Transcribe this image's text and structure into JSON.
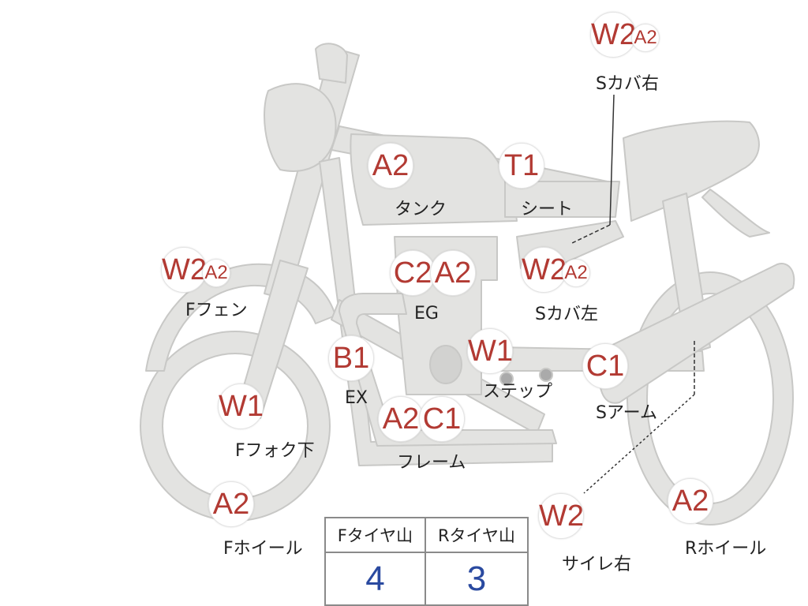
{
  "colors": {
    "body_fill": "#e3e3e1",
    "body_stroke": "#c8c8c6",
    "code_color": "#b23a33",
    "tread_value_color": "#2a4aa0",
    "label_color": "#222222"
  },
  "parts": [
    {
      "id": "s-cover-right",
      "label": "Sカバ右",
      "codes": [
        "W2",
        "A2"
      ]
    },
    {
      "id": "tank",
      "label": "タンク",
      "codes": [
        "A2"
      ]
    },
    {
      "id": "seat",
      "label": "シート",
      "codes": [
        "T1"
      ]
    },
    {
      "id": "f-fender",
      "label": "Fフェン",
      "codes": [
        "W2",
        "A2"
      ]
    },
    {
      "id": "engine",
      "label": "EG",
      "codes": [
        "C2",
        "A2"
      ]
    },
    {
      "id": "s-cover-left",
      "label": "Sカバ左",
      "codes": [
        "W2",
        "A2"
      ]
    },
    {
      "id": "exhaust",
      "label": "EX",
      "codes": [
        "B1"
      ]
    },
    {
      "id": "step",
      "label": "ステップ",
      "codes": [
        "W1"
      ]
    },
    {
      "id": "swing-arm",
      "label": "Sアーム",
      "codes": [
        "C1"
      ]
    },
    {
      "id": "f-fork-lower",
      "label": "Fフォク下",
      "codes": [
        "W1"
      ]
    },
    {
      "id": "frame",
      "label": "フレーム",
      "codes": [
        "A2",
        "C1"
      ]
    },
    {
      "id": "f-wheel",
      "label": "Fホイール",
      "codes": [
        "A2"
      ]
    },
    {
      "id": "silencer-right",
      "label": "サイレ右",
      "codes": [
        "W2"
      ]
    },
    {
      "id": "r-wheel",
      "label": "Rホイール",
      "codes": [
        "A2"
      ]
    }
  ],
  "tread_table": {
    "headers": [
      "Fタイヤ山",
      "Rタイヤ山"
    ],
    "values": [
      "4",
      "3"
    ]
  }
}
